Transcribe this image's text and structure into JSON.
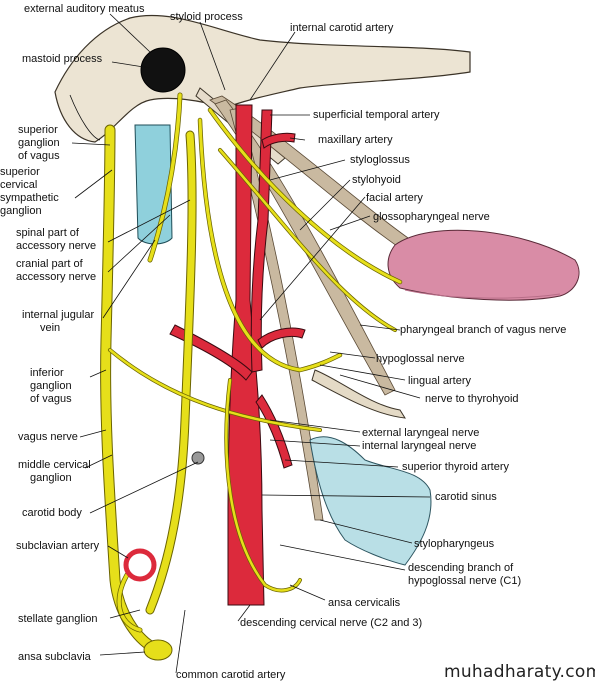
{
  "labels": {
    "external_auditory_meatus": "external auditory meatus",
    "styloid_process": "styloid process",
    "internal_carotid_artery": "internal carotid artery",
    "mastoid_process": "mastoid process",
    "superficial_temporal_artery": "superficial temporal artery",
    "superior_ganglion_1": "superior",
    "superior_ganglion_2": "ganglion",
    "superior_ganglion_3": "of vagus",
    "maxillary_artery": "maxillary artery",
    "styloglossus": "styloglossus",
    "superior_cervical_1": "superior",
    "superior_cervical_2": "cervical",
    "superior_cervical_3": "sympathetic",
    "superior_cervical_4": "ganglion",
    "stylohyoid": "stylohyoid",
    "facial_artery": "facial artery",
    "glossopharyngeal_nerve": "glossopharyngeal nerve",
    "spinal_accessory_1": "spinal part of",
    "spinal_accessory_2": "accessory nerve",
    "cranial_accessory_1": "cranial part of",
    "cranial_accessory_2": "accessory nerve",
    "internal_jugular_1": "internal jugular",
    "internal_jugular_2": "vein",
    "pharyngeal_branch": "pharyngeal branch of vagus nerve",
    "hypoglossal_nerve": "hypoglossal nerve",
    "inferior_ganglion_1": "inferior",
    "inferior_ganglion_2": "ganglion",
    "inferior_ganglion_3": "of vagus",
    "lingual_artery": "lingual artery",
    "nerve_to_thyrohyoid": "nerve to thyrohyoid",
    "vagus_nerve": "vagus nerve",
    "external_laryngeal": "external laryngeal nerve",
    "internal_laryngeal": "internal laryngeal nerve",
    "middle_cervical_1": "middle cervical",
    "middle_cervical_2": "ganglion",
    "superior_thyroid": "superior thyroid artery",
    "carotid_body": "carotid body",
    "carotid_sinus": "carotid sinus",
    "subclavian_artery": "subclavian artery",
    "stylopharyngeus": "stylopharyngeus",
    "descending_hypoglossal_1": "descending branch of",
    "descending_hypoglossal_2": "hypoglossal nerve (C1)",
    "stellate_ganglion": "stellate ganglion",
    "ansa_cervicalis": "ansa cervicalis",
    "descending_cervical": "descending cervical nerve (C2 and 3)",
    "ansa_subclavia": "ansa subclavia",
    "common_carotid": "common carotid artery"
  },
  "watermark": "muhadharaty.com",
  "colors": {
    "nerve": "#e6df1a",
    "artery": "#dc2a3c",
    "vein": "#8fd0dc",
    "muscle": "#c9b9a0",
    "tongue": "#d98ca6",
    "hyoid_larynx": "#b9dfe6"
  }
}
